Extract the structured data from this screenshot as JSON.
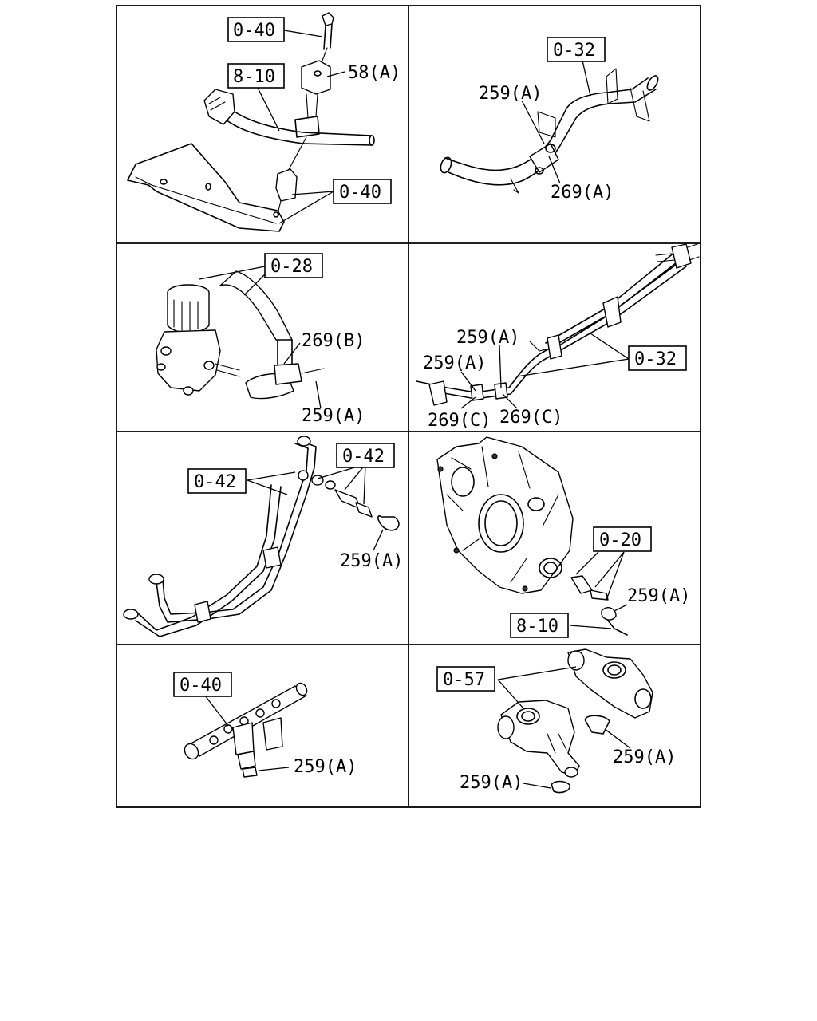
{
  "refs": {
    "p1_ref_bolt": "0-40",
    "p1_ref_harness": "8-10",
    "p1_part_58a": "58(A)",
    "p1_ref_bracket": "0-40",
    "p2_ref_pipe": "0-32",
    "p2_part_259a": "259(A)",
    "p2_part_269a": "269(A)",
    "p3_ref_hose": "0-28",
    "p3_part_269b": "269(B)",
    "p3_part_259a": "259(A)",
    "p4_part_259a_top": "259(A)",
    "p4_ref_pipes": "0-32",
    "p4_part_259a_mid": "259(A)",
    "p4_part_269c_left": "269(C)",
    "p4_part_269c_right": "269(C)",
    "p5_ref_right": "0-42",
    "p5_ref_left": "0-42",
    "p5_part_259a": "259(A)",
    "p6_ref_sensor": "0-20",
    "p6_part_259a": "259(A)",
    "p6_ref_harness": "8-10",
    "p7_ref_rail": "0-40",
    "p7_part_259a": "259(A)",
    "p8_ref_housing": "0-57",
    "p8_part_259a_right": "259(A)",
    "p8_part_259a_bottom": "259(A)"
  }
}
